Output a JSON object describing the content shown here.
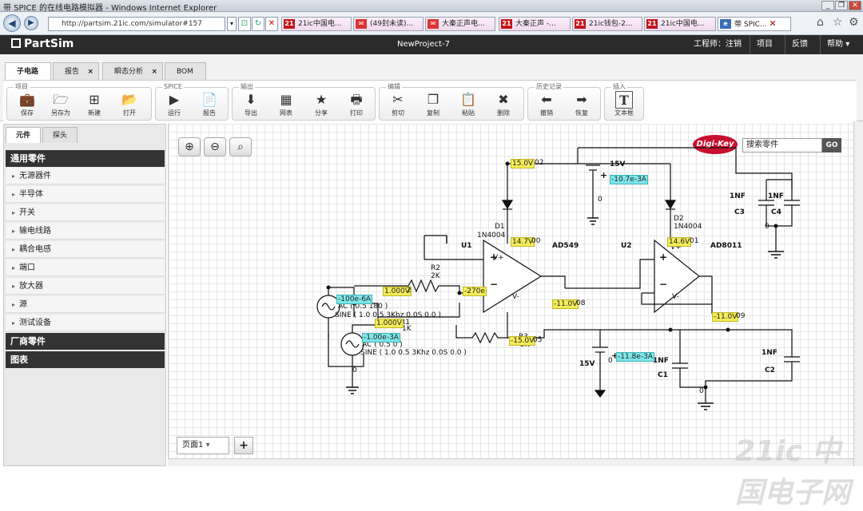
{
  "browser": {
    "title": "带 SPICE 的在线电路模拟器 - Windows Internet Explorer",
    "url": "http://partsim.21ic.com/simulator#157",
    "tabs": [
      {
        "label": "21ic中国电..."
      },
      {
        "label": "(49封未读)..."
      },
      {
        "label": "大秦正声电..."
      },
      {
        "label": "大秦正声 -..."
      },
      {
        "label": "21ic钱包-2..."
      },
      {
        "label": "21ic中国电..."
      },
      {
        "label": "带 SPIC..."
      }
    ],
    "fav_21": "21"
  },
  "app": {
    "logo": "PartSim",
    "project": "NewProject-7",
    "menu": {
      "engineer": "工程师：注销",
      "project": "项目",
      "feedback": "反馈",
      "help": "帮助"
    }
  },
  "main_tabs": [
    "子电路",
    "报告",
    "瞬态分析",
    "BOM"
  ],
  "ribbon": {
    "groups": {
      "project": "项目",
      "spice": "SPICE",
      "output": "输出",
      "edit": "编辑",
      "history": "历史记录",
      "insert": "插入"
    },
    "buttons": {
      "save": "保存",
      "saveas": "另存为",
      "new": "新建",
      "open": "打开",
      "run": "运行",
      "report": "报告",
      "export": "导出",
      "netlist": "网表",
      "share": "分享",
      "print": "打印",
      "cut": "剪切",
      "copy": "复制",
      "paste": "粘贴",
      "delete": "删除",
      "undo": "撤销",
      "redo": "恢复",
      "textbox": "文本框"
    }
  },
  "left_panel": {
    "tabs": [
      "元件",
      "探头"
    ],
    "section_general": "通用零件",
    "items": [
      "无源器件",
      "半导体",
      "开关",
      "输电线路",
      "耦合电感",
      "端口",
      "放大器",
      "源",
      "测试设备"
    ],
    "section_vendor": "厂商零件",
    "section_chart": "图表"
  },
  "canvas": {
    "search_placeholder": "搜索零件",
    "go": "GO",
    "digikey": "Digi-Key",
    "page_tab": "页面1",
    "page_add": "+"
  },
  "circuit": {
    "probes_voltage": [
      "15.0V",
      "14.7V",
      "1.000V",
      "-270e",
      "-11.0V",
      "1.000V",
      "-15.0V",
      "14.6V",
      "-11.0V"
    ],
    "probes_current": [
      "-100e-6A",
      "-1.00e-3A",
      "-10.7e-3A",
      "-11.8e-3A"
    ],
    "labels": {
      "d1": "D1",
      "d1_part": "1N4004",
      "d2": "D2",
      "d2_part": "1N4004",
      "u1": "U1",
      "u1_part": "AD549",
      "u2": "U2",
      "u2_part": "AD8011",
      "r2": "R2",
      "r2_val": "2K",
      "r1": "R1",
      "r1_val": "1K",
      "r3": "R3",
      "r3_val": "5K",
      "v1_ac": "AC ( 0.5 180 )",
      "v1_sine": "SINE ( 1.0 0.5 3Khz 0.0S 0.0 )",
      "v2_ac": "AC ( 0.5 0 )",
      "v2_sine": "SINE ( 1.0 0.5 3Khz 0.0S 0.0 )",
      "vp": "15V",
      "vn": "15V",
      "zero": "0",
      "c1": "C1",
      "c1_val": "1NF",
      "c2": "C2",
      "c2_val": "1NF",
      "c3": "C3",
      "c3_val": "1NF",
      "c4": "C4",
      "c4_val": "1NF",
      "node02": "02",
      "node00": "00",
      "node01": "01",
      "node08": "08",
      "node09": "09",
      "node05": "05",
      "node2": "2",
      "vplus": "V+",
      "vminus": "V-"
    }
  },
  "watermark": "21ic 中国电子网"
}
